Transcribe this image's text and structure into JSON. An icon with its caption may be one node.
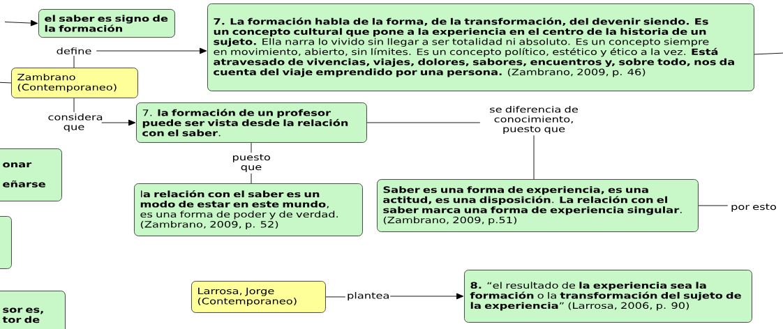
{
  "diagram": {
    "nodes": [
      {
        "text": [
          "el saber es signo de la formación"
        ]
      },
      {
        "text": [
          "define"
        ]
      },
      {
        "text": [
          "**7. La formación habla de la forma, de la transformación, del devenir siendo. Es un concepto cultural que pone a la experiencia en el centro de la historia de un sujeto.** Ella narra lo vivido sin llegar a ser totalidad ni absoluto. Es un concepto siempre en movimiento, abierto, sin límites. Es un concepto político, estético y ético a la vez. **Está atravesado de vivencias, viajes, dolores, sabores, encuentros y, sobre todo, nos da cuenta del viaje emprendido por una persona.** (Zambrano, 2009, p. 46)"
        ]
      },
      {
        "text": [
          "Zambrano (Contemporaneo)"
        ]
      },
      {
        "text": [
          "considera que"
        ]
      },
      {
        "text": [
          "7. **la formación de un profesor puede ser vista desde la relación con el saber**."
        ]
      },
      {
        "text": [
          "se diferencia de conocimiento, puesto que"
        ]
      },
      {
        "text": [
          "onar",
          "eñarse"
        ]
      },
      {
        "text": [
          "puesto que"
        ]
      },
      {
        "text": [],
        "shape": "box"
      },
      {
        "text": [
          "l**a relación con el saber es un modo de estar en este mundo**, es una forma de poder y de verdad. (Zambrano, 2009, p. 52)"
        ]
      },
      {
        "text": [
          "**Saber es una forma de experiencia, es una actitud, es una disposición**. **La relación con el saber marca una forma de experiencia singular**. (Zambrano, 2009, p.51)"
        ]
      },
      {
        "text": [
          "por esto"
        ]
      },
      {
        "text": [
          "sor es, tor de"
        ]
      },
      {
        "text": [
          "Larrosa, Jorge (Contemporaneo)"
        ]
      },
      {
        "text": [
          "plantea"
        ]
      },
      {
        "text": [
          "**8.** “el resultado de **la experiencia sea la formación** o la **transformación del sujeto de la experiencia**” (Larrosa, 2006, p. 90)"
        ]
      }
    ],
    "edges": [
      {
        "from": null,
        "to": 0,
        "arrow": "to"
      },
      {
        "from": null,
        "to": 3,
        "arrow": "none"
      },
      {
        "from": 3,
        "to": 1,
        "arrow": "none"
      },
      {
        "from": 1,
        "to": 2,
        "arrow": "to"
      },
      {
        "from": 2,
        "to": null,
        "arrow": "none"
      },
      {
        "from": 3,
        "to": 4,
        "arrow": "none"
      },
      {
        "from": 4,
        "to": 5,
        "arrow": "to"
      },
      {
        "from": 5,
        "to": 6,
        "arrow": "none"
      },
      {
        "from": 6,
        "to": 11,
        "arrow": "none"
      },
      {
        "from": 5,
        "to": 8,
        "arrow": "none"
      },
      {
        "from": 8,
        "to": 10,
        "arrow": "none"
      },
      {
        "from": 11,
        "to": 12,
        "arrow": "none"
      },
      {
        "from": 14,
        "to": 15,
        "arrow": "none"
      },
      {
        "from": 15,
        "to": 16,
        "arrow": "to"
      }
    ]
  }
}
